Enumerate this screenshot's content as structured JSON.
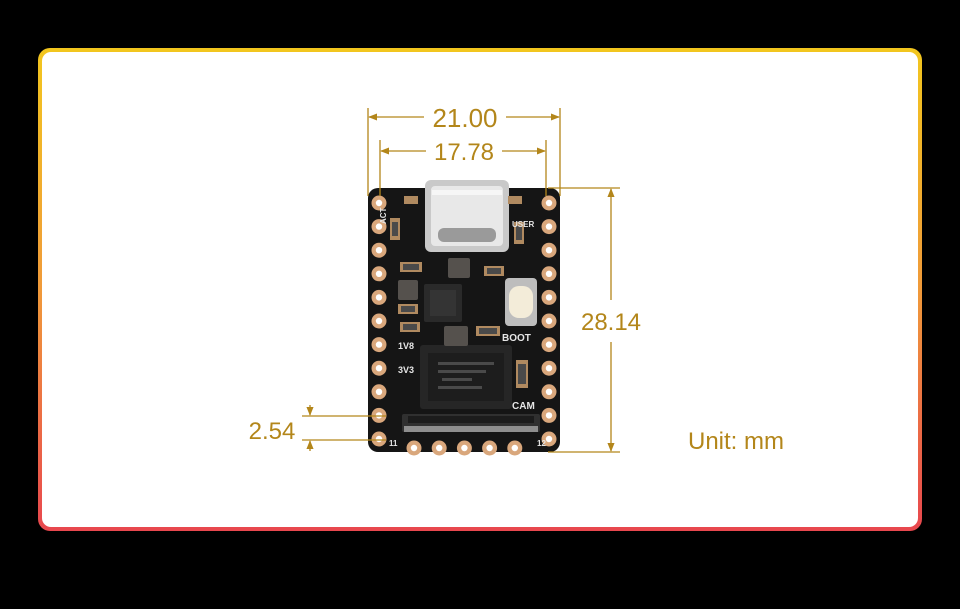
{
  "diagram": {
    "dimensions": {
      "overall_width": "21.00",
      "pin_span": "17.78",
      "height": "28.14",
      "pitch": "2.54"
    },
    "unit_label": "Unit: mm",
    "board_labels": {
      "act": "ACT",
      "user": "USER",
      "boot": "BOOT",
      "v18": "1V8",
      "v33": "3V3",
      "cam": "CAM",
      "pin_left": "11",
      "pin_right": "12"
    },
    "colors": {
      "frame_top": "#f2c61e",
      "frame_bottom": "#e8474e",
      "dimension": "#b3861a",
      "pcb": "#151515",
      "pad": "#d9a77c"
    }
  }
}
